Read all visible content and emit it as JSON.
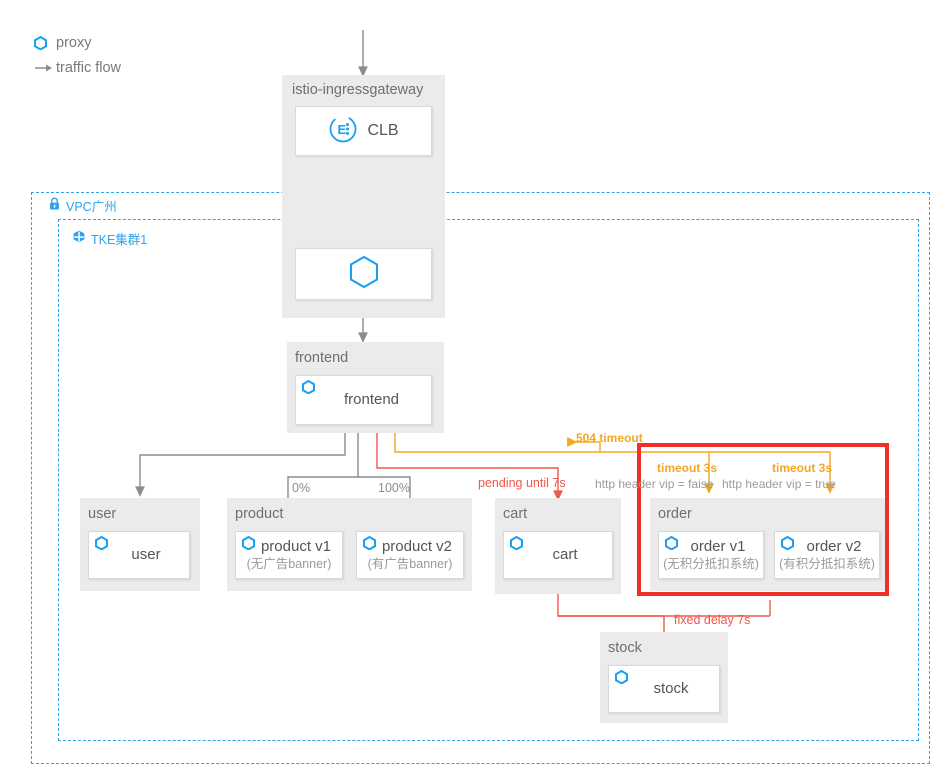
{
  "legend": {
    "items": [
      {
        "icon": "hexagon-proxy-icon",
        "label": "proxy"
      },
      {
        "icon": "arrow-icon",
        "label": "traffic flow"
      }
    ]
  },
  "regions": {
    "vpc": {
      "icon": "lock-icon",
      "label": "VPC广州"
    },
    "tke": {
      "icon": "cluster-icon",
      "label": "TKE集群1"
    }
  },
  "groups": {
    "gateway": {
      "title": "istio-ingressgateway"
    },
    "frontend": {
      "title": "frontend"
    },
    "user": {
      "title": "user"
    },
    "product": {
      "title": "product"
    },
    "cart": {
      "title": "cart"
    },
    "order": {
      "title": "order"
    },
    "stock": {
      "title": "stock"
    }
  },
  "nodes": {
    "clb": {
      "label": "CLB",
      "icon": "clb-icon"
    },
    "istio_proxy": {
      "label": "",
      "icon": "hexagon-large-icon"
    },
    "frontend": {
      "label": "frontend",
      "sub": ""
    },
    "user": {
      "label": "user",
      "sub": ""
    },
    "product_v1": {
      "label": "product v1",
      "sub": "(无广告banner)"
    },
    "product_v2": {
      "label": "product v2",
      "sub": "(有广告banner)"
    },
    "cart": {
      "label": "cart",
      "sub": ""
    },
    "order_v1": {
      "label": "order v1",
      "sub": "(无积分抵扣系统)"
    },
    "order_v2": {
      "label": "order v2",
      "sub": "(有积分抵扣系统)"
    },
    "stock": {
      "label": "stock",
      "sub": ""
    }
  },
  "edge_labels": {
    "product_v1_weight": "0%",
    "product_v2_weight": "100%",
    "cart_pending": "pending until 7s",
    "gateway_504": "504 timeout",
    "order_v1_timeout": "timeout 3s",
    "order_v2_timeout": "timeout 3s",
    "order_v1_header": "http header vip = faise",
    "order_v2_header": "http header vip = true",
    "stock_delay": "fixed delay 7s"
  },
  "colors": {
    "proxy_blue": "#1aa0f0",
    "region_blue": "#2aa3f0",
    "group_gray": "#ebebeb",
    "wire_gray": "#8c8c8c",
    "wire_red": "#f2574c",
    "wire_orange": "#f5a623",
    "highlight_red": "#ee3124",
    "text_gray": "#555555"
  }
}
